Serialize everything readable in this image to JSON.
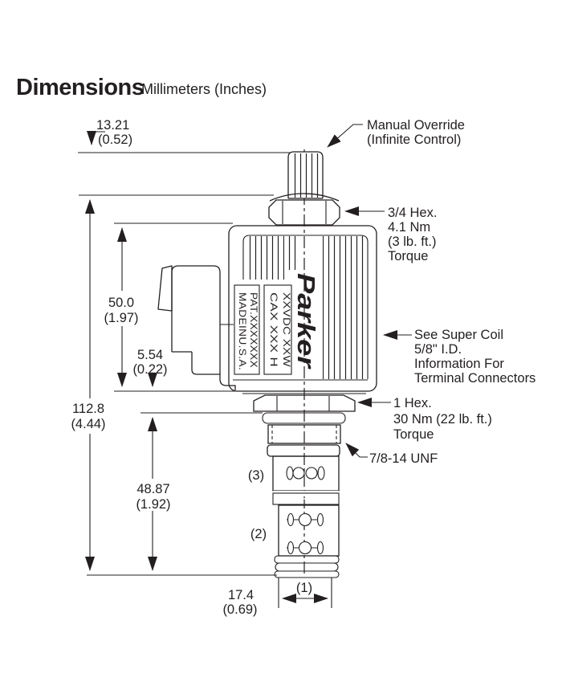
{
  "theme": {
    "ink": "#231f20",
    "background": "#ffffff",
    "dark_band": "#1a1a1a"
  },
  "header": {
    "title": "Dimensions",
    "subtitle": "Millimeters (Inches)"
  },
  "dimensions": {
    "override_height": {
      "mm": "13.21",
      "inch": "(0.52)"
    },
    "coil_height": {
      "mm": "50.0",
      "inch": "(1.97)"
    },
    "connector_offset": {
      "mm": "5.54",
      "inch": "(0.22)"
    },
    "overall_height": {
      "mm": "112.8",
      "inch": "(4.44)"
    },
    "cartridge_length": {
      "mm": "48.87",
      "inch": "(1.92)"
    },
    "cartridge_diameter": {
      "mm": "17.4",
      "inch": "(0.69)"
    }
  },
  "callouts": {
    "manual_override": [
      "Manual Override",
      "(Infinite Control)"
    ],
    "hex_34": [
      "3/4 Hex.",
      "4.1 Nm",
      "(3 lb. ft.)",
      "Torque"
    ],
    "super_coil": [
      "See Super Coil",
      "5/8\" I.D.",
      "Information For",
      "Terminal Connectors"
    ],
    "hex_1": [
      "1 Hex.",
      "30 Nm (22 lb. ft.)",
      "Torque"
    ],
    "thread": "7/8-14 UNF"
  },
  "coil_labels": {
    "brand": "Parker",
    "rating_line1": "XXVDC  XXW",
    "rating_line2": "CAX XXX  H",
    "patent_line1": "PAT.XXXXXXX",
    "patent_line2": "MADEINU.S.A."
  },
  "ports": {
    "p1": "(1)",
    "p2": "(2)",
    "p3": "(3)"
  }
}
